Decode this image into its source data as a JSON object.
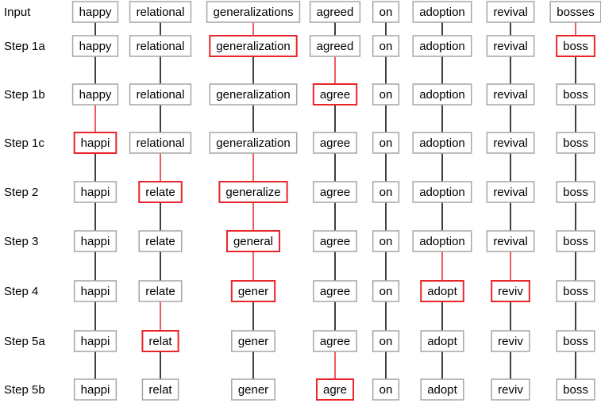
{
  "colors": {
    "normal_border": "#a6a6a6",
    "changed": "#e8262a",
    "line": "#000000"
  },
  "steps": [
    "Input",
    "Step 1a",
    "Step 1b",
    "Step 1c",
    "Step 2",
    "Step 3",
    "Step 4",
    "Step 5a",
    "Step 5b"
  ],
  "columns": [
    {
      "words": [
        "happy",
        "happy",
        "happy",
        "happi",
        "happi",
        "happi",
        "happi",
        "happi",
        "happi"
      ],
      "changed": [
        false,
        false,
        false,
        true,
        false,
        false,
        false,
        false,
        false
      ]
    },
    {
      "words": [
        "relational",
        "relational",
        "relational",
        "relational",
        "relate",
        "relate",
        "relate",
        "relat",
        "relat"
      ],
      "changed": [
        false,
        false,
        false,
        false,
        true,
        false,
        false,
        true,
        false
      ]
    },
    {
      "words": [
        "generalizations",
        "generalization",
        "generalization",
        "generalization",
        "generalize",
        "general",
        "gener",
        "gener",
        "gener"
      ],
      "changed": [
        false,
        true,
        false,
        false,
        true,
        true,
        true,
        false,
        false
      ]
    },
    {
      "words": [
        "agreed",
        "agreed",
        "agree",
        "agree",
        "agree",
        "agree",
        "agree",
        "agree",
        "agre"
      ],
      "changed": [
        false,
        false,
        true,
        false,
        false,
        false,
        false,
        false,
        true
      ]
    },
    {
      "words": [
        "on",
        "on",
        "on",
        "on",
        "on",
        "on",
        "on",
        "on",
        "on"
      ],
      "changed": [
        false,
        false,
        false,
        false,
        false,
        false,
        false,
        false,
        false
      ]
    },
    {
      "words": [
        "adoption",
        "adoption",
        "adoption",
        "adoption",
        "adoption",
        "adoption",
        "adopt",
        "adopt",
        "adopt"
      ],
      "changed": [
        false,
        false,
        false,
        false,
        false,
        false,
        true,
        false,
        false
      ]
    },
    {
      "words": [
        "revival",
        "revival",
        "revival",
        "revival",
        "revival",
        "revival",
        "reviv",
        "reviv",
        "reviv"
      ],
      "changed": [
        false,
        false,
        false,
        false,
        false,
        false,
        true,
        false,
        false
      ]
    },
    {
      "words": [
        "bosses",
        "boss",
        "boss",
        "boss",
        "boss",
        "boss",
        "boss",
        "boss",
        "boss"
      ],
      "changed": [
        false,
        true,
        false,
        false,
        false,
        false,
        false,
        false,
        false
      ]
    }
  ]
}
